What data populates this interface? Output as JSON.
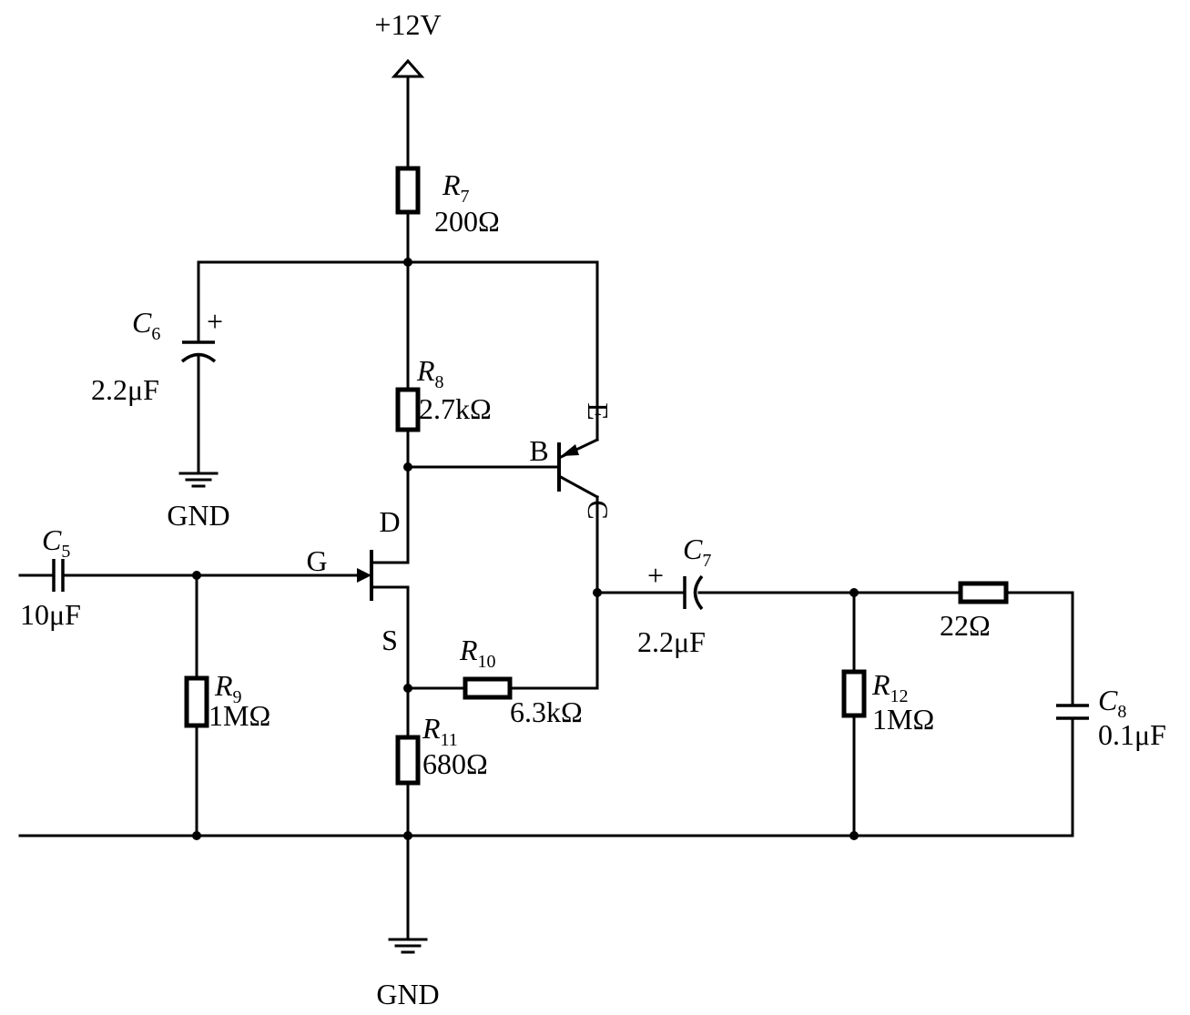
{
  "supply": {
    "label": "+12V"
  },
  "grounds": [
    {
      "label": "GND"
    },
    {
      "label": "GND"
    }
  ],
  "components": {
    "R7": {
      "ref": "R",
      "sub": "7",
      "value": "200Ω"
    },
    "R8": {
      "ref": "R",
      "sub": "8",
      "value": "2.7kΩ"
    },
    "R9": {
      "ref": "R",
      "sub": "9",
      "value": "1MΩ"
    },
    "R10": {
      "ref": "R",
      "sub": "10",
      "value": "6.3kΩ"
    },
    "R11": {
      "ref": "R",
      "sub": "11",
      "value": "680Ω"
    },
    "R12": {
      "ref": "R",
      "sub": "12",
      "value": "1MΩ"
    },
    "R13": {
      "value": "22Ω"
    },
    "C5": {
      "ref": "C",
      "sub": "5",
      "value": "10μF"
    },
    "C6": {
      "ref": "C",
      "sub": "6",
      "value": "2.2μF",
      "polarity": "+"
    },
    "C7": {
      "ref": "C",
      "sub": "7",
      "value": "2.2μF",
      "polarity": "+"
    },
    "C8": {
      "ref": "C",
      "sub": "8",
      "value": "0.1μF"
    }
  },
  "jfet": {
    "gate": "G",
    "drain": "D",
    "source": "S"
  },
  "bjt": {
    "base": "B",
    "emitter": "E",
    "collector": "C"
  }
}
